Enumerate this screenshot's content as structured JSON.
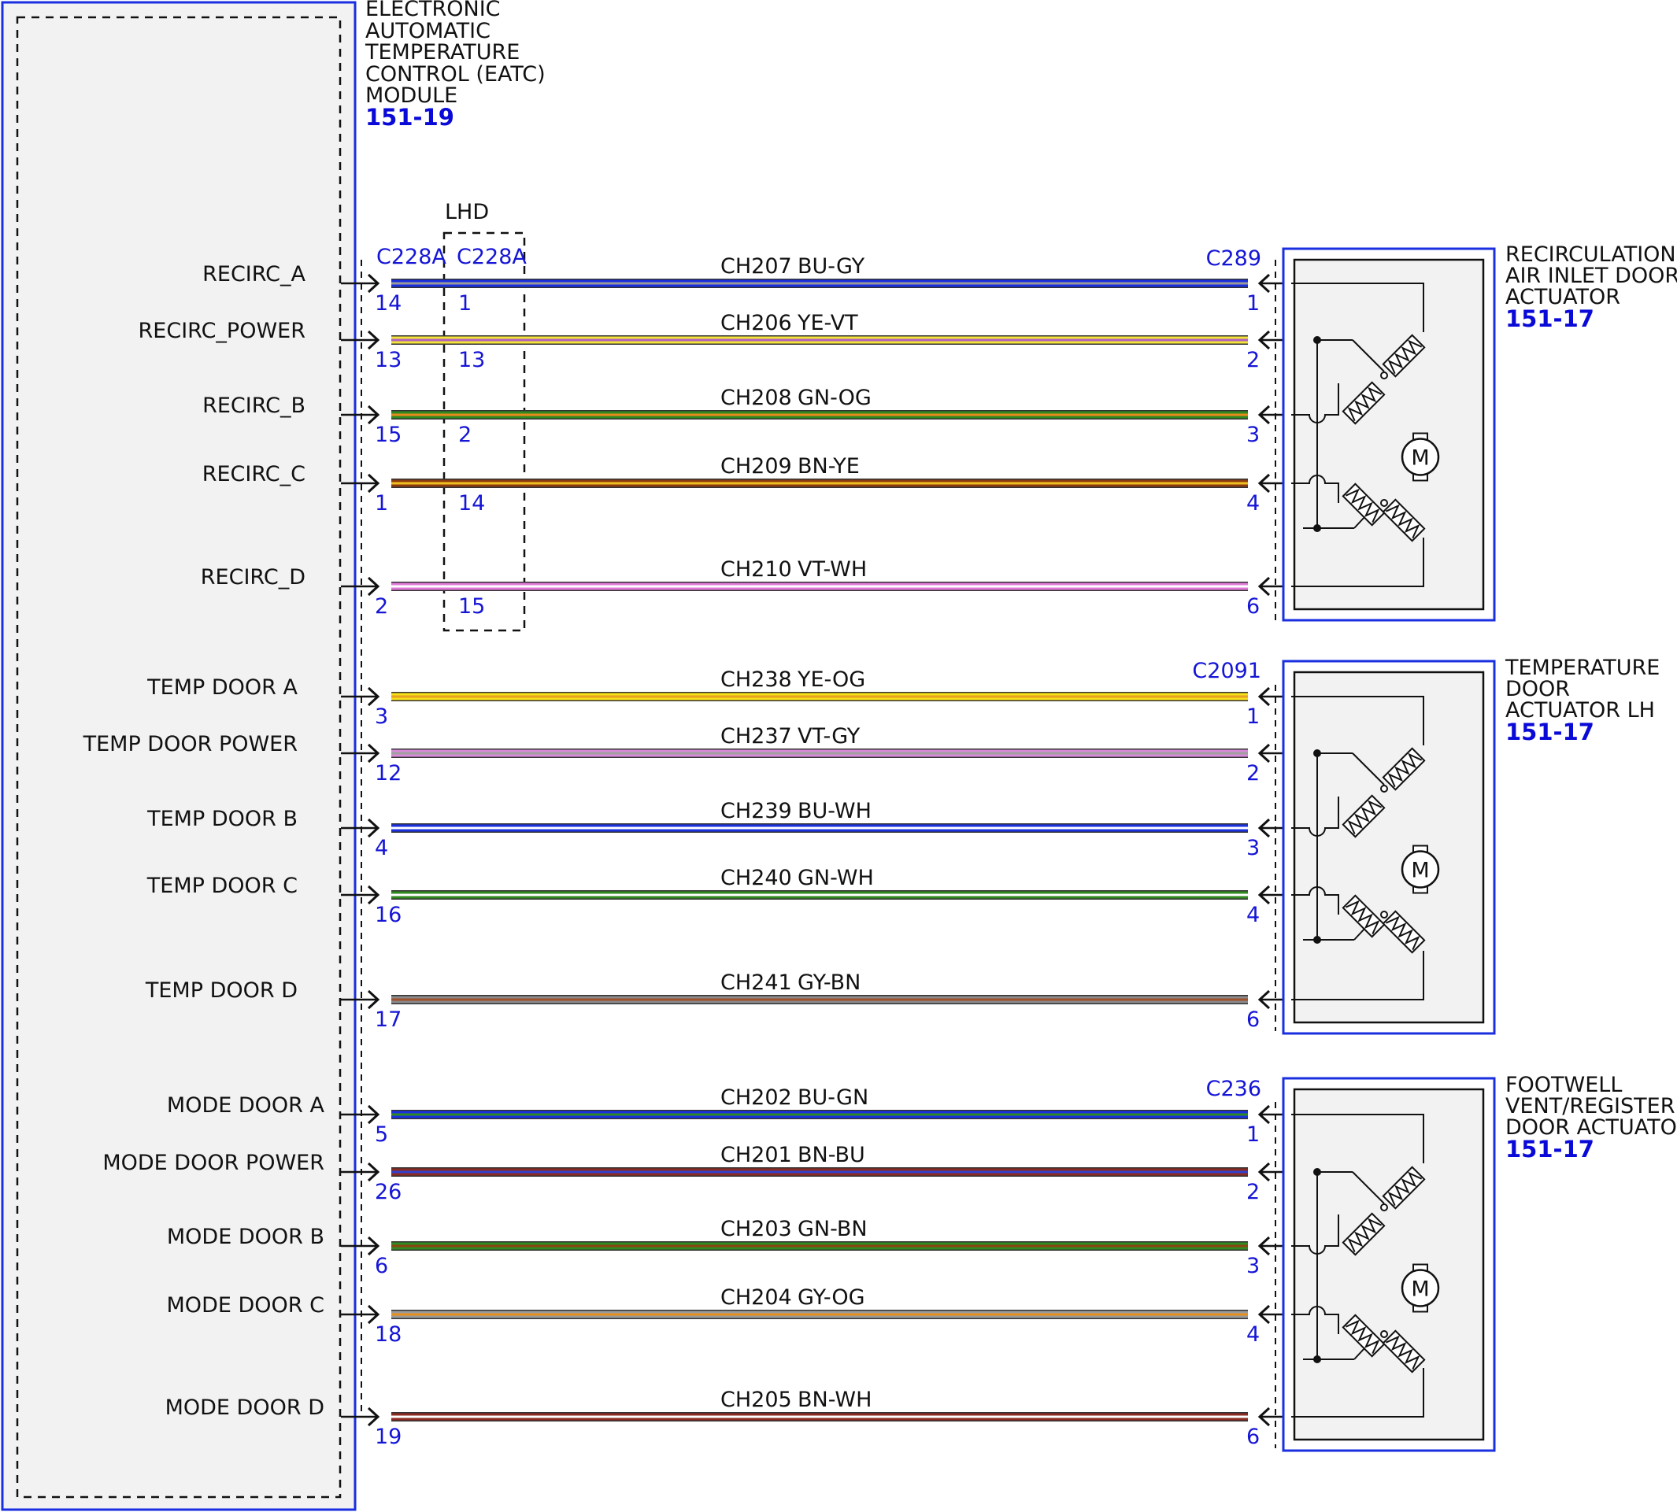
{
  "module": {
    "title_lines": [
      "ELECTRONIC",
      "AUTOMATIC",
      "TEMPERATURE",
      "CONTROL (EATC)",
      "MODULE"
    ],
    "ref": "151-19"
  },
  "lhd": {
    "label": "LHD",
    "connector_left": "C228A",
    "connector_right": "C228A"
  },
  "actuators": [
    {
      "title_lines": [
        "RECIRCULATION",
        "AIR INLET DOOR",
        "ACTUATOR"
      ],
      "ref": "151-17",
      "connector": "C289",
      "motor_symbol": "M",
      "wires": [
        {
          "signal": "RECIRC_A",
          "circuit": "CH207",
          "color_code": "BU-GY",
          "module_pin": "14",
          "lhd_pin": "1",
          "actuator_pin": "1",
          "colors": [
            "#1a2fe0",
            "#9a9a9a"
          ]
        },
        {
          "signal": "RECIRC_POWER",
          "circuit": "CH206",
          "color_code": "YE-VT",
          "module_pin": "13",
          "lhd_pin": "13",
          "actuator_pin": "2",
          "colors": [
            "#f2e23a",
            "#b060c0"
          ]
        },
        {
          "signal": "RECIRC_B",
          "circuit": "CH208",
          "color_code": "GN-OG",
          "module_pin": "15",
          "lhd_pin": "2",
          "actuator_pin": "3",
          "colors": [
            "#2f8a1f",
            "#e88a1c"
          ]
        },
        {
          "signal": "RECIRC_C",
          "circuit": "CH209",
          "color_code": "BN-YE",
          "module_pin": "1",
          "lhd_pin": "14",
          "actuator_pin": "4",
          "colors": [
            "#8b3a10",
            "#f0c020"
          ]
        },
        {
          "signal": "RECIRC_D",
          "circuit": "CH210",
          "color_code": "VT-WH",
          "module_pin": "2",
          "lhd_pin": "15",
          "actuator_pin": "6",
          "colors": [
            "#e07ad8",
            "#ffffff"
          ]
        }
      ]
    },
    {
      "title_lines": [
        "TEMPERATURE",
        "DOOR",
        "ACTUATOR LH"
      ],
      "ref": "151-17",
      "connector": "C2091",
      "motor_symbol": "M",
      "wires": [
        {
          "signal": "TEMP DOOR A",
          "circuit": "CH238",
          "color_code": "YE-OG",
          "module_pin": "3",
          "lhd_pin": "",
          "actuator_pin": "1",
          "colors": [
            "#f5e01a",
            "#e8a020"
          ]
        },
        {
          "signal": "TEMP DOOR POWER",
          "circuit": "CH237",
          "color_code": "VT-GY",
          "module_pin": "12",
          "lhd_pin": "",
          "actuator_pin": "2",
          "colors": [
            "#d88ad8",
            "#a0a0a0"
          ]
        },
        {
          "signal": "TEMP DOOR B",
          "circuit": "CH239",
          "color_code": "BU-WH",
          "module_pin": "4",
          "lhd_pin": "",
          "actuator_pin": "3",
          "colors": [
            "#1a2fe0",
            "#ffffff"
          ]
        },
        {
          "signal": "TEMP DOOR C",
          "circuit": "CH240",
          "color_code": "GN-WH",
          "module_pin": "16",
          "lhd_pin": "",
          "actuator_pin": "4",
          "colors": [
            "#2f8a1f",
            "#ffffff"
          ]
        },
        {
          "signal": "TEMP DOOR D",
          "circuit": "CH241",
          "color_code": "GY-BN",
          "module_pin": "17",
          "lhd_pin": "",
          "actuator_pin": "6",
          "colors": [
            "#8a8a8a",
            "#a0522d"
          ]
        }
      ]
    },
    {
      "title_lines": [
        "FOOTWELL",
        "VENT/REGISTER",
        "DOOR ACTUATOR"
      ],
      "ref": "151-17",
      "connector": "C236",
      "motor_symbol": "M",
      "wires": [
        {
          "signal": "MODE DOOR A",
          "circuit": "CH202",
          "color_code": "BU-GN",
          "module_pin": "5",
          "lhd_pin": "",
          "actuator_pin": "1",
          "colors": [
            "#1a2fe0",
            "#2f8a1f"
          ]
        },
        {
          "signal": "MODE DOOR POWER",
          "circuit": "CH201",
          "color_code": "BN-BU",
          "module_pin": "26",
          "lhd_pin": "",
          "actuator_pin": "2",
          "colors": [
            "#8b2a20",
            "#3040d0"
          ]
        },
        {
          "signal": "MODE DOOR B",
          "circuit": "CH203",
          "color_code": "GN-BN",
          "module_pin": "6",
          "lhd_pin": "",
          "actuator_pin": "3",
          "colors": [
            "#2f8a1f",
            "#8b4513"
          ]
        },
        {
          "signal": "MODE DOOR C",
          "circuit": "CH204",
          "color_code": "GY-OG",
          "module_pin": "18",
          "lhd_pin": "",
          "actuator_pin": "4",
          "colors": [
            "#9a9a9a",
            "#e8901c"
          ]
        },
        {
          "signal": "MODE DOOR D",
          "circuit": "CH205",
          "color_code": "BN-WH",
          "module_pin": "19",
          "lhd_pin": "",
          "actuator_pin": "6",
          "colors": [
            "#8b2a20",
            "#ffffff"
          ]
        }
      ]
    }
  ]
}
